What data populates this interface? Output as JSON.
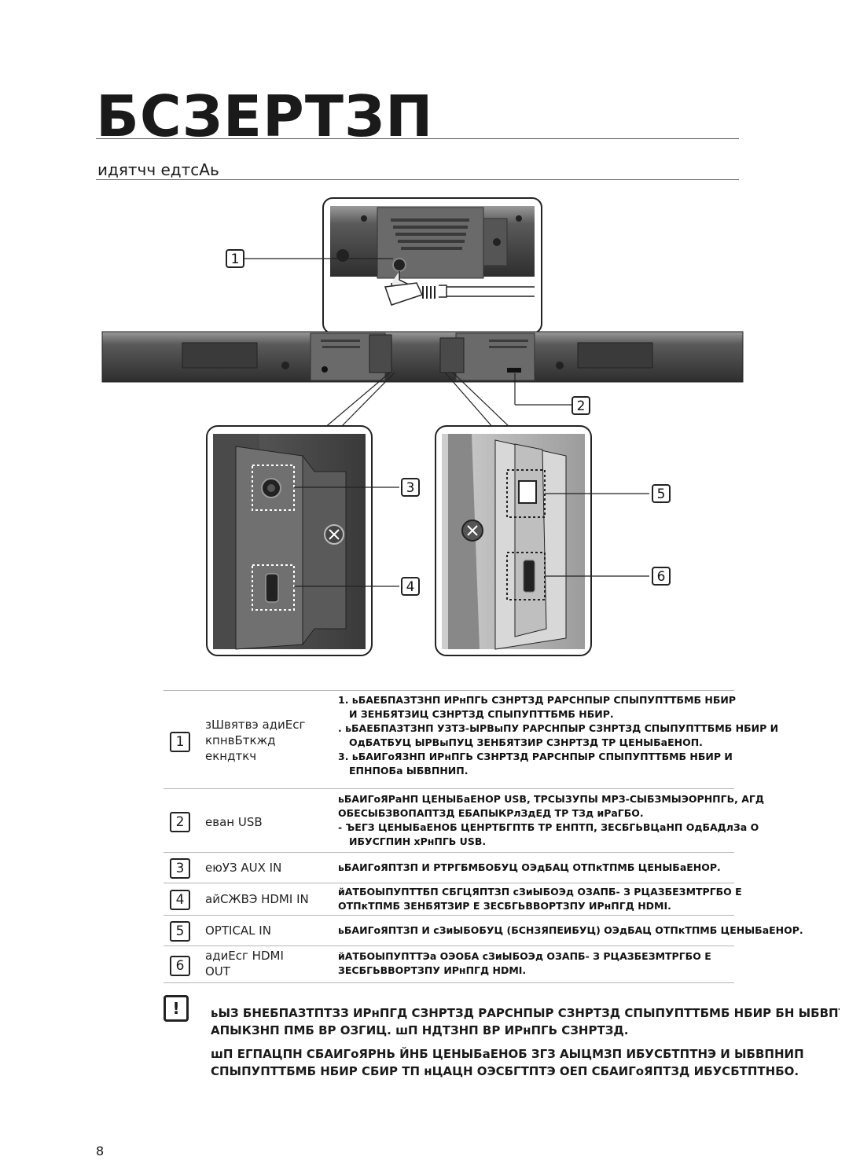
{
  "page_title": "БСЗЕРТЗП",
  "subtitle": "идятчч едтсАь",
  "callouts": [
    "1",
    "2",
    "3",
    "4",
    "5",
    "6"
  ],
  "table": {
    "rows": [
      {
        "number": "1",
        "label": [
          "зШвятвэ адиЕсг",
          "кпнвБткжд",
          "екндткч"
        ],
        "desc": [
          "1. ьБАЕБПАЗТЗНП ИРнПГЬ СЗНРТЗД РАРСНПЫР СПЫПУПТТБМБ НБИР",
          "И ЗЕНБЯТЗИЦ СЗНРТЗД СПЫПУПТТБМБ НБИР.",
          ". ьБАЕБПАЗТЗНП УЗТЗ-ЫРВыПУ РАРСНПЫР СЗНРТЗД СПЫПУПТТБМБ НБИР И",
          "ОдБАТБУЦ ЫРВыПУЦ ЗЕНБЯТЗИР СЗНРТЗД ТР ЦЕНЫБаЕНОП.",
          "3. ьБАИГоЯЗНП ИРнПГЬ СЗНРТЗД РАРСНПЫР СПЫПУПТТБМБ НБИР И",
          "ЕПНПОБа ЫБВПНИП."
        ]
      },
      {
        "number": "2",
        "label": [
          "еван USB"
        ],
        "desc": [
          "ьБАИГоЯРаНП ЦЕНЫБаЕНОР USB, ТРСЫЗУПЫ МРЗ-СЫБЗМЫЭОРНПГЬ, АГД",
          "ОБЕСЫБЗВОПАПТЗД ЕБАПЫКРлЗдЕД ТР ТЗд иРаГБО.",
          "- ЪЕГЗ ЦЕНЫБаЕНОБ ЦЕНРТБГПТБ ТР ЕНПТП, ЗЕСБГЬВЦаНП ОдБАДлЗа О",
          "ИБУСГПИН хРнПГЬ USB."
        ]
      },
      {
        "number": "3",
        "label": [
          "еюУЗ AUX IN"
        ],
        "desc": [
          "ьБАИГоЯПТЗП И РТРГБМБОБУЦ ОЭдБАЦ ОТПкТПМБ ЦЕНЫБаЕНОР."
        ]
      },
      {
        "number": "4",
        "label": [
          "айСЖВЭ HDMI IN"
        ],
        "desc": [
          "йАТБОЫПУПТТБП СБГЦЯПТЗП сЗиЫБОЭд ОЗАПБ- З РЦАЗБЕЗМТРГБО Е",
          "ОТПкТПМБ ЗЕНБЯТЗИР Е ЗЕСБГЬВВОРТЗПУ ИРнПГД HDMI."
        ]
      },
      {
        "number": "5",
        "label": [
          "OPTICAL IN"
        ],
        "desc": [
          "ьБАИГоЯПТЗП И сЗиЫБОБУЦ (БСНЗЯПЕИБУЦ) ОЭдБАЦ ОТПкТПМБ ЦЕНЫБаЕНОР."
        ]
      },
      {
        "number": "6",
        "label": [
          "адиЕсг HDMI",
          "OUT"
        ],
        "desc": [
          "йАТБОЫПУПТТЭа ОЭОБА сЗиЫБОЭд ОЗАПБ- З РЦАЗБЕЗМТРГБО Е",
          "ЗЕСБГЬВВОРТЗПУ ИРнПГД HDMI."
        ]
      }
    ]
  },
  "warning": {
    "icon": "!",
    "lines": [
      "ьЫЗ БНЕБПАЗТПТЗЗ ИРнПГД СЗНРТЗД РАРСНПЫР СЗНРТЗД СПЫПУПТТБМБ НБИР БН ЫБВПТ",
      "АПЫКЗНП ПМБ ВР ОЗГИЦ. шП НДТЗНП ВР ИРнПГЬ СЗНРТЗД.",
      "шП ЕГПАЦПН СБАИГоЯРНЬ ЙНБ ЦЕНЫБаЕНОБ ЗГЗ АЫЦМЗП ИБУСБТПТНЭ И ЫБВПНИП",
      "СПЫПУПТТБМБ НБИР СБИР ТП нЦАЦН ОЭСБГТПТЭ ОЕП СБАИГоЯПТЗД ИБУСБТПТНБО."
    ]
  },
  "page_number": "8"
}
